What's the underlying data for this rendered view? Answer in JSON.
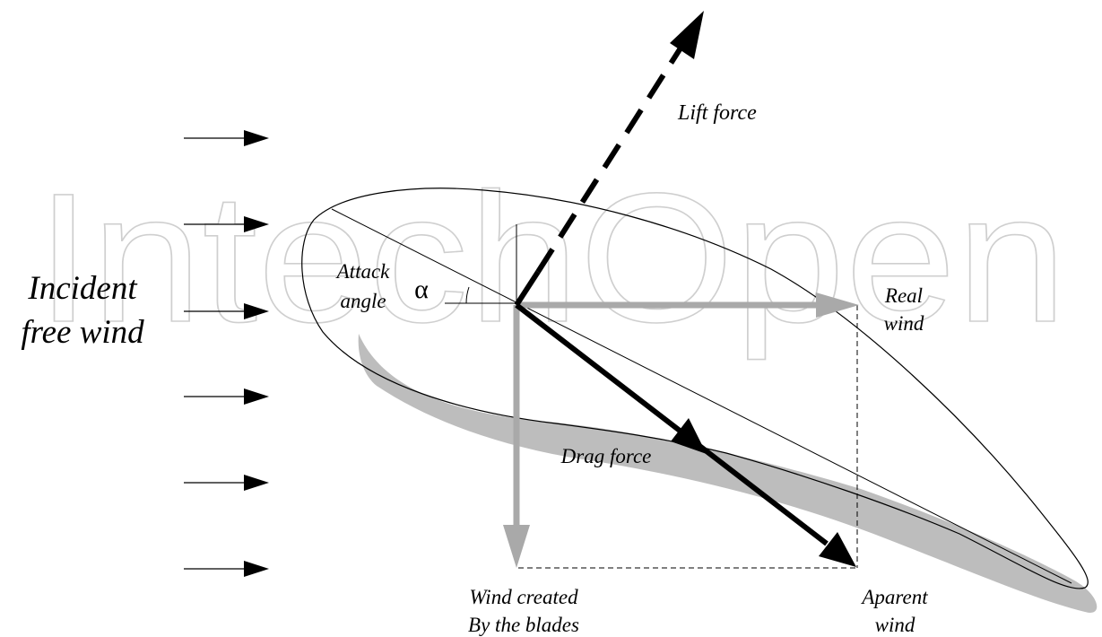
{
  "watermark": {
    "text": "IntechOpen"
  },
  "labels": {
    "incident_line1": "Incident",
    "incident_line2": "free wind",
    "lift_force": "Lift force",
    "attack_angle_line1": "Attack",
    "attack_angle_line2": "angle",
    "alpha_symbol": "α",
    "real_wind_line1": "Real",
    "real_wind_line2": "wind",
    "drag_force": "Drag force",
    "blade_wind_line1": "Wind created",
    "blade_wind_line2": "By the blades",
    "apparent_wind_line1": "Aparent",
    "apparent_wind_line2": "wind"
  },
  "colors": {
    "ink": "#000000",
    "grey_vector": "#a9a9a9",
    "shadow": "#bdbdbd",
    "watermark": "#cfcfcf"
  },
  "incident_arrow_count": 6
}
